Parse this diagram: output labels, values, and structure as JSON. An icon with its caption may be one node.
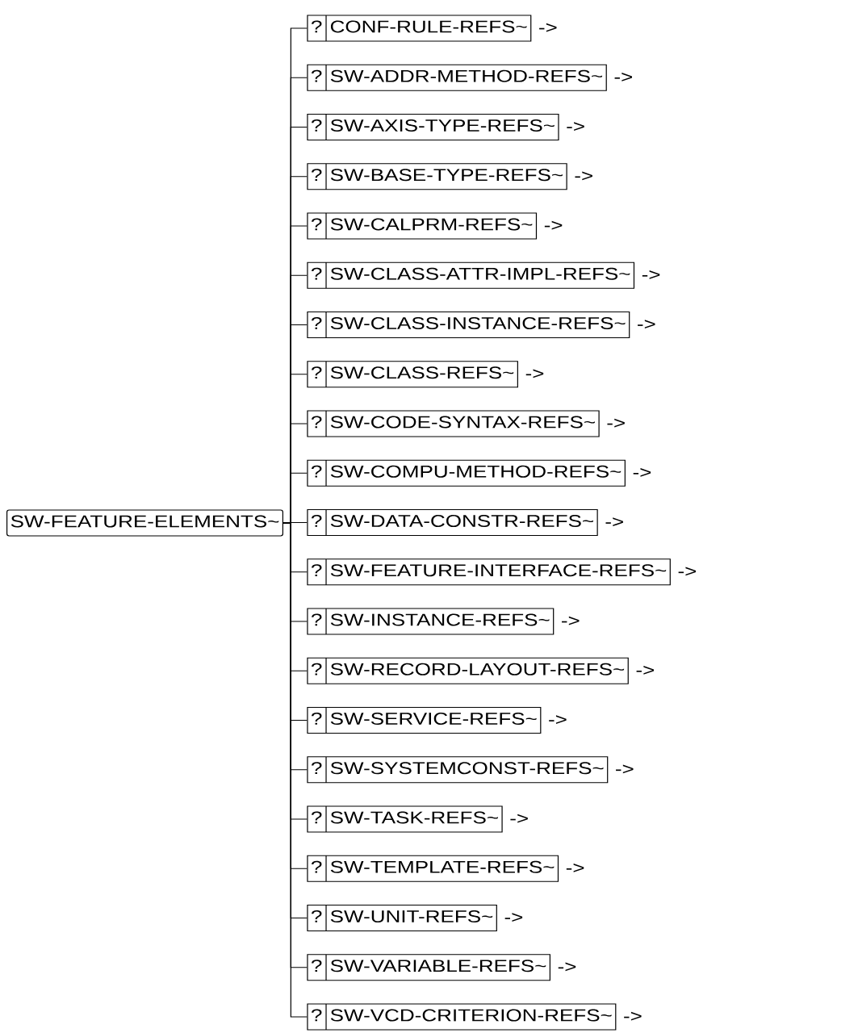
{
  "diagram": {
    "nodes": [
      {
        "text": [
          "SW-FEATURE-ELEMENTS~"
        ]
      },
      {
        "text": [
          "?",
          "CONF-RULE-REFS~"
        ],
        "beside": [
          "->"
        ]
      },
      {
        "text": [
          "?",
          "SW-ADDR-METHOD-REFS~"
        ],
        "beside": [
          "->"
        ]
      },
      {
        "text": [
          "?",
          "SW-AXIS-TYPE-REFS~"
        ],
        "beside": [
          "->"
        ]
      },
      {
        "text": [
          "?",
          "SW-BASE-TYPE-REFS~"
        ],
        "beside": [
          "->"
        ]
      },
      {
        "text": [
          "?",
          "SW-CALPRM-REFS~"
        ],
        "beside": [
          "->"
        ]
      },
      {
        "text": [
          "?",
          "SW-CLASS-ATTR-IMPL-REFS~"
        ],
        "beside": [
          "->"
        ]
      },
      {
        "text": [
          "?",
          "SW-CLASS-INSTANCE-REFS~"
        ],
        "beside": [
          "->"
        ]
      },
      {
        "text": [
          "?",
          "SW-CLASS-REFS~"
        ],
        "beside": [
          "->"
        ]
      },
      {
        "text": [
          "?",
          "SW-CODE-SYNTAX-REFS~"
        ],
        "beside": [
          "->"
        ]
      },
      {
        "text": [
          "?",
          "SW-COMPU-METHOD-REFS~"
        ],
        "beside": [
          "->"
        ]
      },
      {
        "text": [
          "?",
          "SW-DATA-CONSTR-REFS~"
        ],
        "beside": [
          "->"
        ]
      },
      {
        "text": [
          "?",
          "SW-FEATURE-INTERFACE-REFS~"
        ],
        "beside": [
          "->"
        ]
      },
      {
        "text": [
          "?",
          "SW-INSTANCE-REFS~"
        ],
        "beside": [
          "->"
        ]
      },
      {
        "text": [
          "?",
          "SW-RECORD-LAYOUT-REFS~"
        ],
        "beside": [
          "->"
        ]
      },
      {
        "text": [
          "?",
          "SW-SERVICE-REFS~"
        ],
        "beside": [
          "->"
        ]
      },
      {
        "text": [
          "?",
          "SW-SYSTEMCONST-REFS~"
        ],
        "beside": [
          "->"
        ]
      },
      {
        "text": [
          "?",
          "SW-TASK-REFS~"
        ],
        "beside": [
          "->"
        ]
      },
      {
        "text": [
          "?",
          "SW-TEMPLATE-REFS~"
        ],
        "beside": [
          "->"
        ]
      },
      {
        "text": [
          "?",
          "SW-UNIT-REFS~"
        ],
        "beside": [
          "->"
        ]
      },
      {
        "text": [
          "?",
          "SW-VARIABLE-REFS~"
        ],
        "beside": [
          "->"
        ]
      },
      {
        "text": [
          "?",
          "SW-VCD-CRITERION-REFS~"
        ],
        "beside": [
          "->"
        ]
      }
    ],
    "edges": [
      {
        "from": 0,
        "to": 1,
        "arrow": "none"
      },
      {
        "from": 0,
        "to": 2,
        "arrow": "none"
      },
      {
        "from": 0,
        "to": 3,
        "arrow": "none"
      },
      {
        "from": 0,
        "to": 4,
        "arrow": "none"
      },
      {
        "from": 0,
        "to": 5,
        "arrow": "none"
      },
      {
        "from": 0,
        "to": 6,
        "arrow": "none"
      },
      {
        "from": 0,
        "to": 7,
        "arrow": "none"
      },
      {
        "from": 0,
        "to": 8,
        "arrow": "none"
      },
      {
        "from": 0,
        "to": 9,
        "arrow": "none"
      },
      {
        "from": 0,
        "to": 10,
        "arrow": "none"
      },
      {
        "from": 0,
        "to": 11,
        "arrow": "none"
      },
      {
        "from": 0,
        "to": 12,
        "arrow": "none"
      },
      {
        "from": 0,
        "to": 13,
        "arrow": "none"
      },
      {
        "from": 0,
        "to": 14,
        "arrow": "none"
      },
      {
        "from": 0,
        "to": 15,
        "arrow": "none"
      },
      {
        "from": 0,
        "to": 16,
        "arrow": "none"
      },
      {
        "from": 0,
        "to": 17,
        "arrow": "none"
      },
      {
        "from": 0,
        "to": 18,
        "arrow": "none"
      },
      {
        "from": 0,
        "to": 19,
        "arrow": "none"
      },
      {
        "from": 0,
        "to": 20,
        "arrow": "none"
      },
      {
        "from": 0,
        "to": 21,
        "arrow": "none"
      }
    ]
  }
}
